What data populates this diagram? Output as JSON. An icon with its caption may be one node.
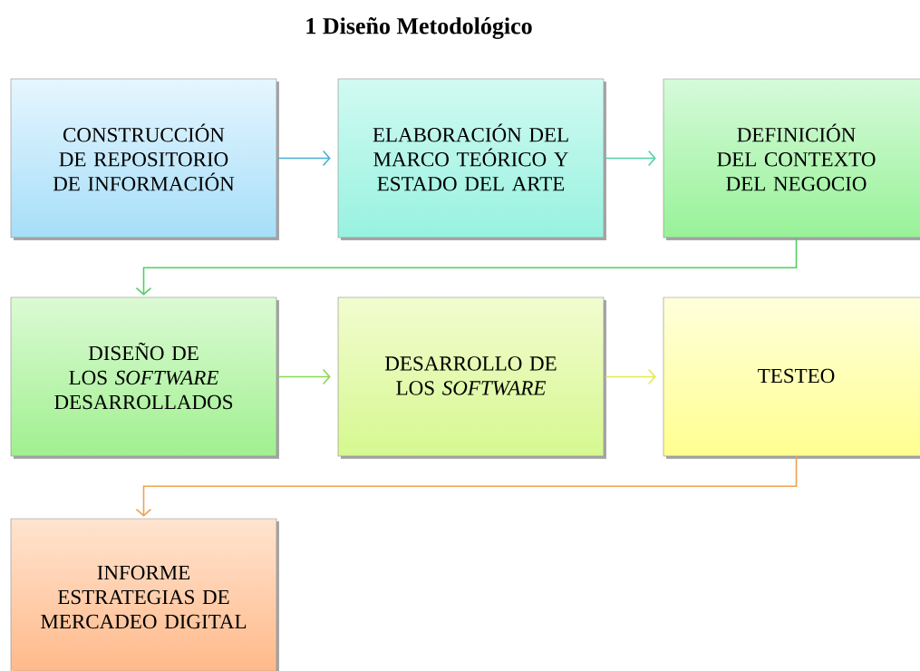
{
  "diagram": {
    "title": "1 Diseño Metodológico",
    "nodes": [
      {
        "text": [
          "CONSTRUCCIÓN DE REPOSITORIO DE INFORMACIÓN"
        ]
      },
      {
        "text": [
          "ELABORACIÓN DEL MARCO TEÓRICO Y ESTADO DEL ARTE"
        ]
      },
      {
        "text": [
          "DEFINICIÓN DEL CONTEXTO DEL NEGOCIO"
        ]
      },
      {
        "text": [
          "DISEÑO DE LOS *SOFTWARE* DESARROLLADOS"
        ]
      },
      {
        "text": [
          "DESARROLLO DE LOS *SOFTWARE*"
        ]
      },
      {
        "text": [
          "TESTEO"
        ]
      },
      {
        "text": [
          "INFORME ESTRATEGIAS DE MERCADEO DIGITAL"
        ]
      }
    ],
    "edges": [
      {
        "from": 0,
        "to": 1,
        "arrow": "to",
        "color": "#4aaed0"
      },
      {
        "from": 1,
        "to": 2,
        "arrow": "to",
        "color": "#50d0a8"
      },
      {
        "from": 2,
        "to": 3,
        "arrow": "to",
        "color": "#50d060"
      },
      {
        "from": 3,
        "to": 4,
        "arrow": "to",
        "color": "#88d850"
      },
      {
        "from": 4,
        "to": 5,
        "arrow": "to",
        "color": "#e0ea50"
      },
      {
        "from": 5,
        "to": 6,
        "arrow": "to",
        "color": "#f0a050"
      }
    ]
  }
}
